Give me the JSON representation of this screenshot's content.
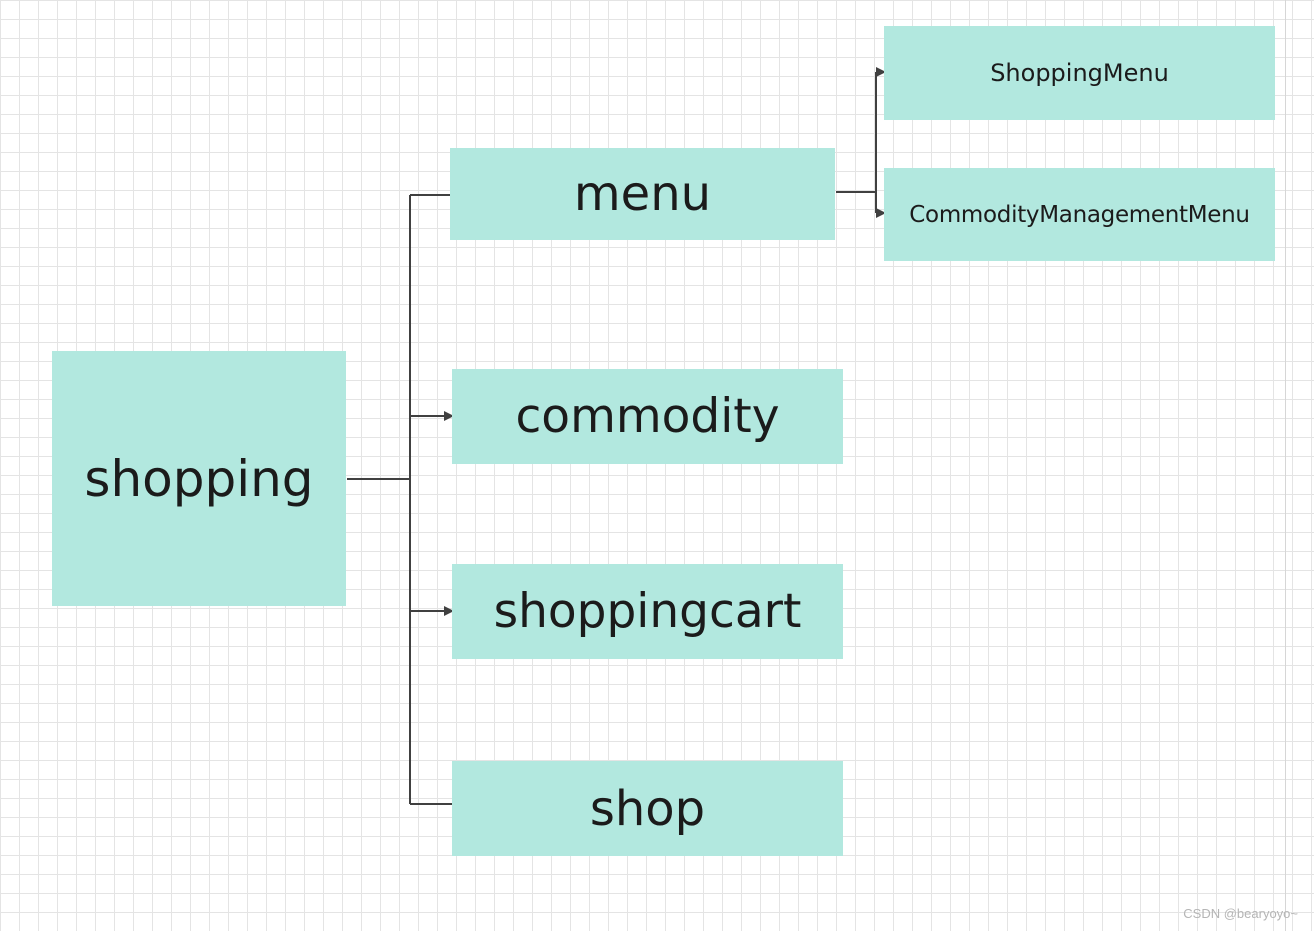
{
  "nodes": {
    "shopping": "shopping",
    "menu": "menu",
    "commodity": "commodity",
    "shoppingcart": "shoppingcart",
    "shop": "shop",
    "shopping_menu": "ShoppingMenu",
    "commodity_management_menu": "CommodityManagementMenu"
  },
  "watermark": "CSDN @bearyoyo~",
  "colors": {
    "node_fill": "#b2e8df",
    "connector": "#404040",
    "text": "#1b1b1b"
  }
}
